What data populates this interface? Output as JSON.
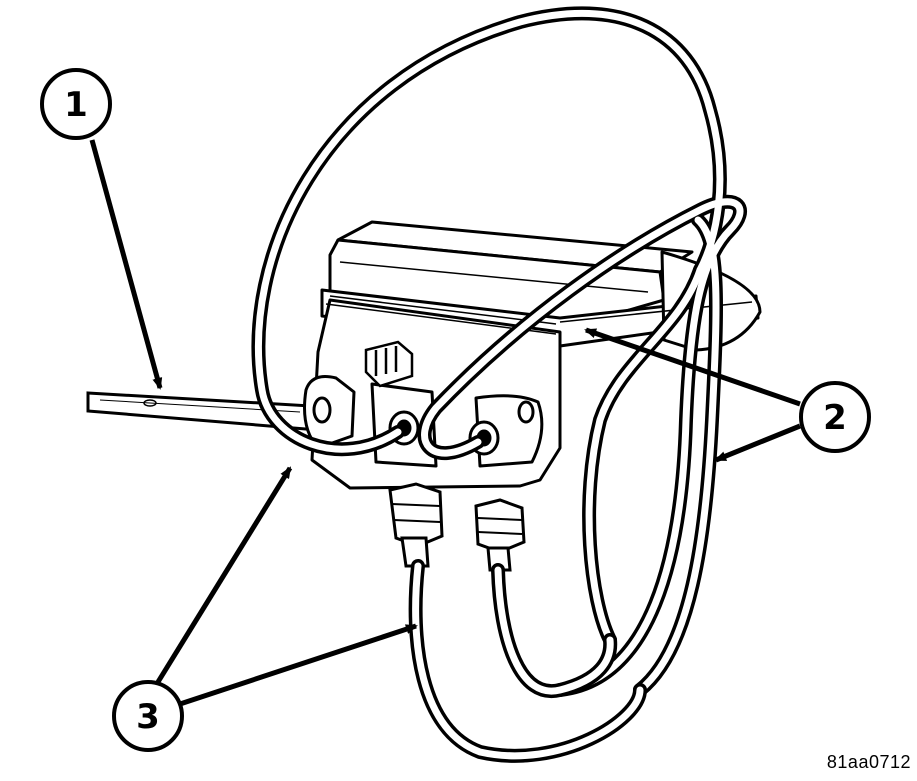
{
  "figure": {
    "id_label": "81aa0712"
  },
  "callouts": [
    {
      "number": "1"
    },
    {
      "number": "2"
    },
    {
      "number": "3"
    }
  ]
}
